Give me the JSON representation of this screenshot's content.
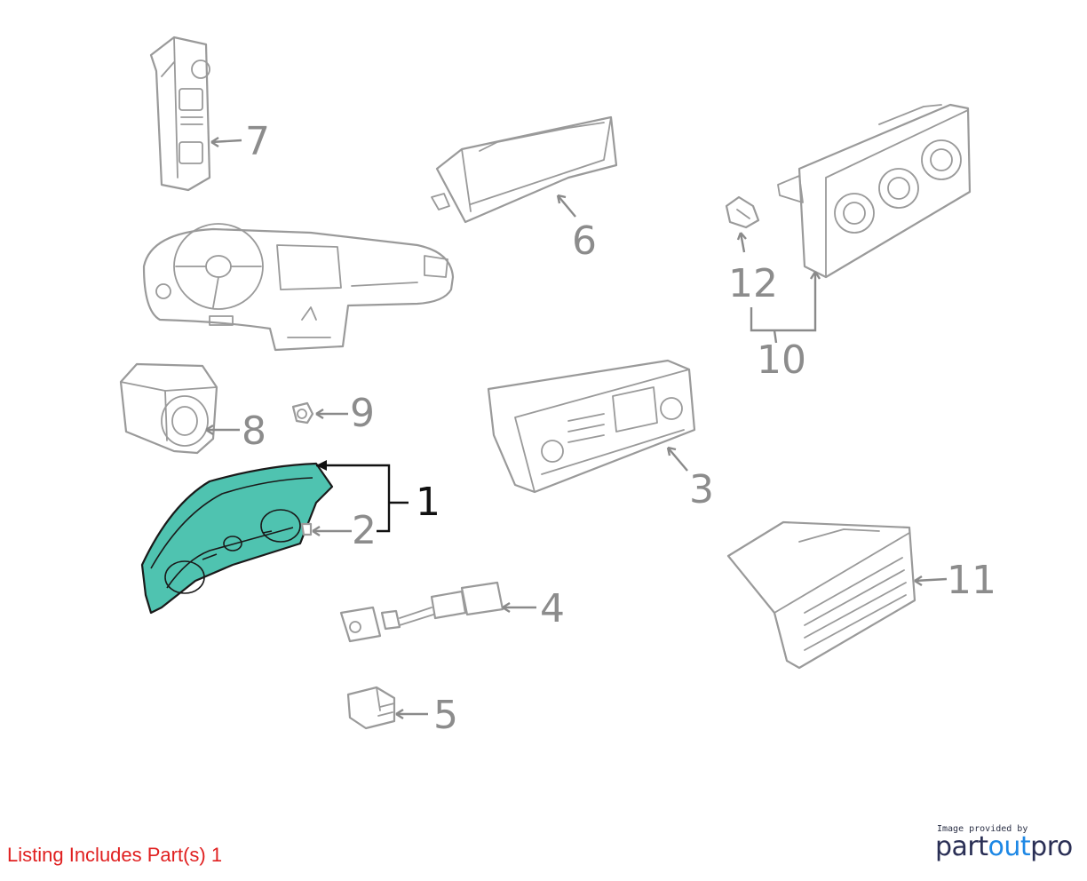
{
  "diagram": {
    "highlight_color": "#4fc3b0",
    "callouts": {
      "c1": "1",
      "c2": "2",
      "c3": "3",
      "c4": "4",
      "c5": "5",
      "c6": "6",
      "c7": "7",
      "c8": "8",
      "c9": "9",
      "c10": "10",
      "c11": "11",
      "c12": "12"
    },
    "highlighted_part": "1"
  },
  "listing_note": "Listing Includes Part(s) 1",
  "provider": {
    "caption": "Image provided by",
    "logo_part1": "part",
    "logo_accent": "out",
    "logo_part2": "pro",
    "accent_color": "#1e88e5"
  }
}
